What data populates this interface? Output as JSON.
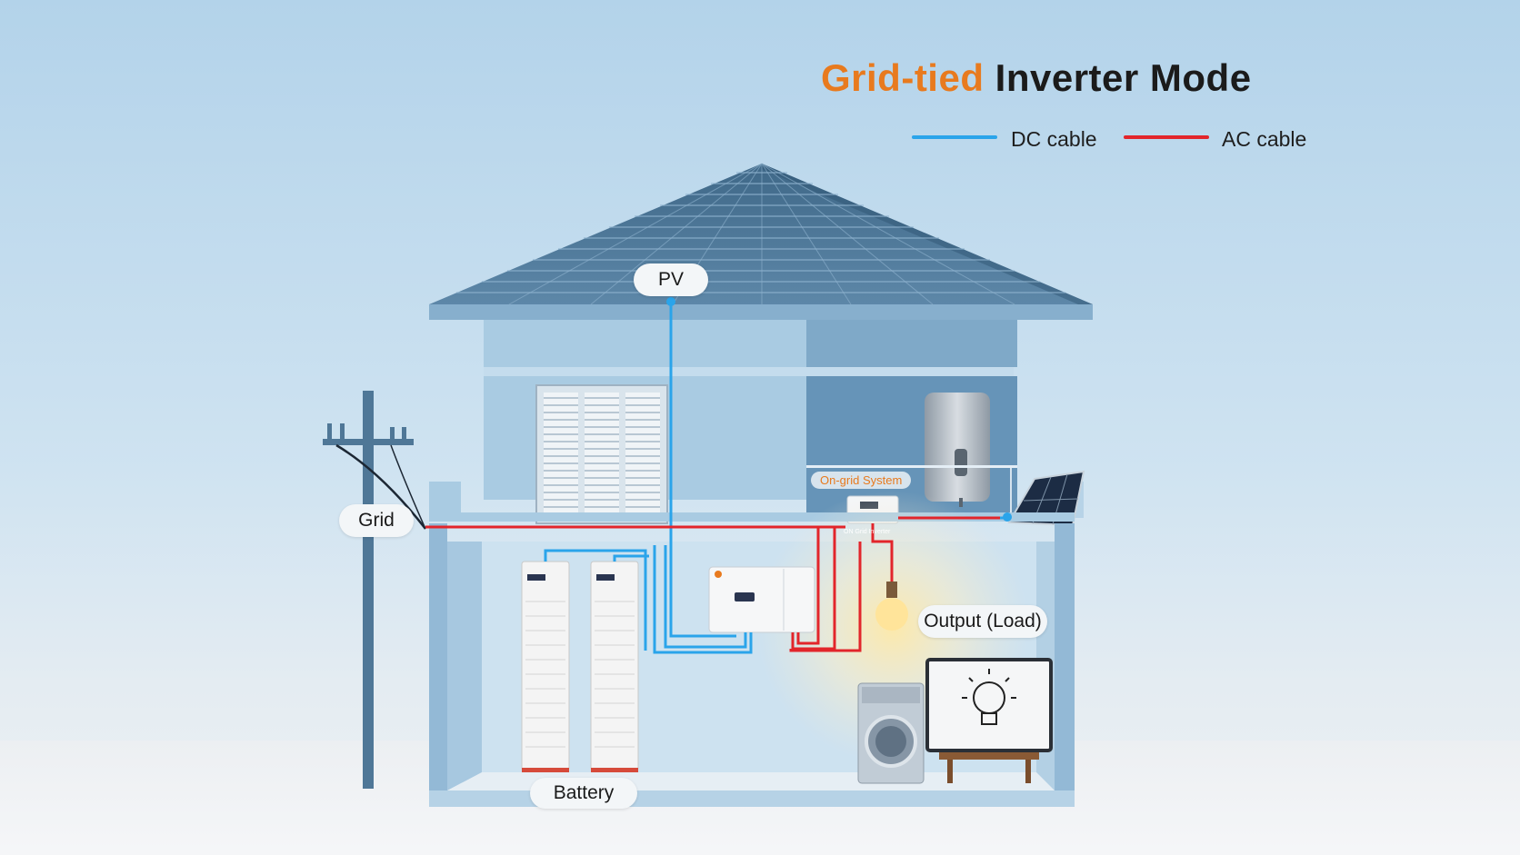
{
  "title": {
    "part1": "Grid-tied",
    "part2": "Inverter Mode"
  },
  "legend": [
    {
      "label": "DC cable",
      "color": "#2aa4ea"
    },
    {
      "label": "AC cable",
      "color": "#e2252b"
    }
  ],
  "labels": {
    "pv": "PV",
    "grid": "Grid",
    "battery": "Battery",
    "output": "Output (Load)",
    "on_grid_system": "On-grid System",
    "on_grid_inverter": "ON Grid Inverter"
  },
  "colors": {
    "accent_orange": "#e87a1e",
    "dc_cable": "#2aa4ea",
    "ac_cable": "#e2252b",
    "house": "#9fc4de",
    "roof": "#4c7595"
  },
  "icons": [
    "utility-pole-icon",
    "solar-panel-icon",
    "water-heater-icon",
    "hybrid-inverter-icon",
    "battery-rack-icon",
    "light-bulb-icon",
    "washing-machine-icon",
    "tv-icon"
  ]
}
